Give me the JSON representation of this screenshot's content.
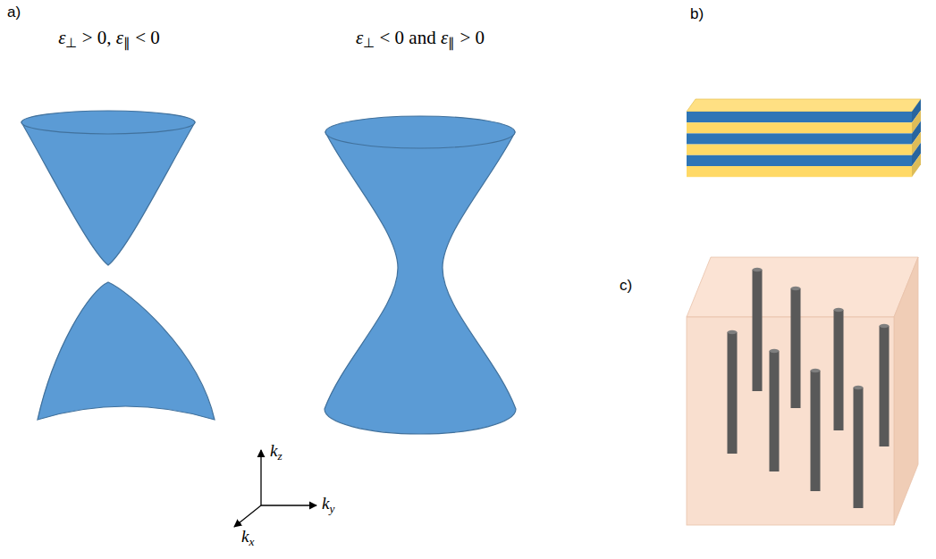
{
  "diagram": {
    "labels": [
      "a)",
      "ε⊥ > 0, ε∥ < 0",
      "ε⊥ < 0 and ε∥ > 0",
      "kz",
      "ky",
      "kx",
      "b)",
      "c)"
    ]
  }
}
